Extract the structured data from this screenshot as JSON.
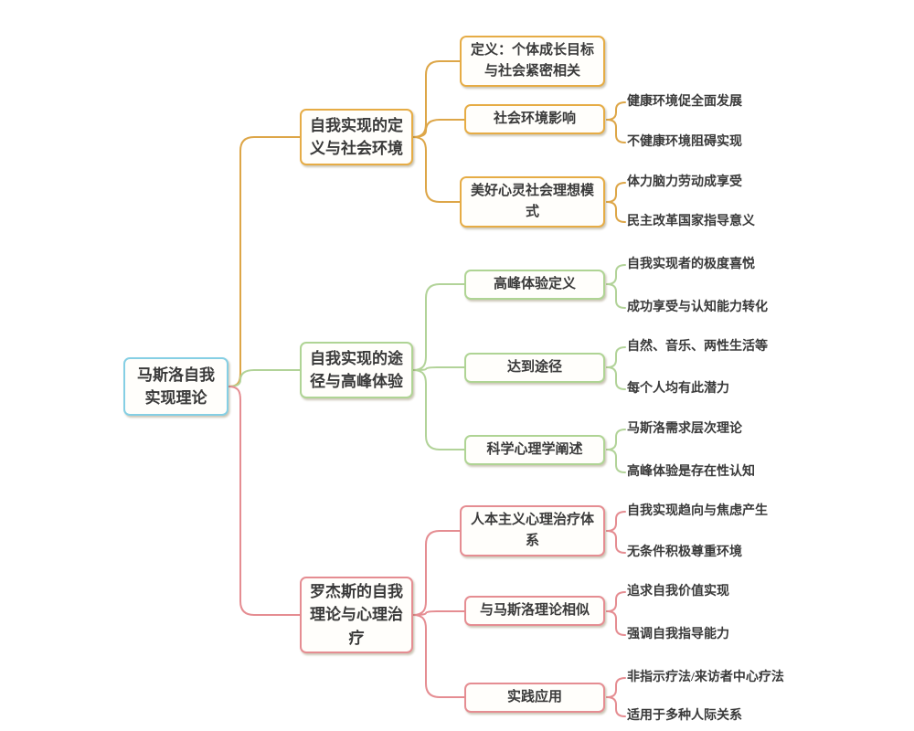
{
  "diagram": {
    "type": "mindmap",
    "root": {
      "label": "马斯洛自我实现理论",
      "color": "#85cfe4"
    },
    "branches": [
      {
        "label": "自我实现的定义与社会环境",
        "color": "#e6ac45",
        "children": [
          {
            "label": "定义：个体成长目标与社会紧密相关",
            "leaves": []
          },
          {
            "label": "社会环境影响",
            "leaves": [
              "健康环境促全面发展",
              "不健康环境阻碍实现"
            ]
          },
          {
            "label": "美好心灵社会理想模式",
            "leaves": [
              "体力脑力劳动成享受",
              "民主改革国家指导意义"
            ]
          }
        ]
      },
      {
        "label": "自我实现的途径与高峰体验",
        "color": "#afd494",
        "children": [
          {
            "label": "高峰体验定义",
            "leaves": [
              "自我实现者的极度喜悦",
              "成功享受与认知能力转化"
            ]
          },
          {
            "label": "达到途径",
            "leaves": [
              "自然、音乐、两性生活等",
              "每个人均有此潜力"
            ]
          },
          {
            "label": "科学心理学阐述",
            "leaves": [
              "马斯洛需求层次理论",
              "高峰体验是存在性认知"
            ]
          }
        ]
      },
      {
        "label": "罗杰斯的自我理论与心理治疗",
        "color": "#e58d92",
        "children": [
          {
            "label": "人本主义心理治疗体系",
            "leaves": [
              "自我实现趋向与焦虑产生",
              "无条件积极尊重环境"
            ]
          },
          {
            "label": "与马斯洛理论相似",
            "leaves": [
              "追求自我价值实现",
              "强调自我指导能力"
            ]
          },
          {
            "label": "实践应用",
            "leaves": [
              "非指示疗法/来访者中心疗法",
              "适用于多种人际关系"
            ]
          }
        ]
      }
    ],
    "text_color": "#3a3a3a",
    "background_color": "#ffffff"
  }
}
